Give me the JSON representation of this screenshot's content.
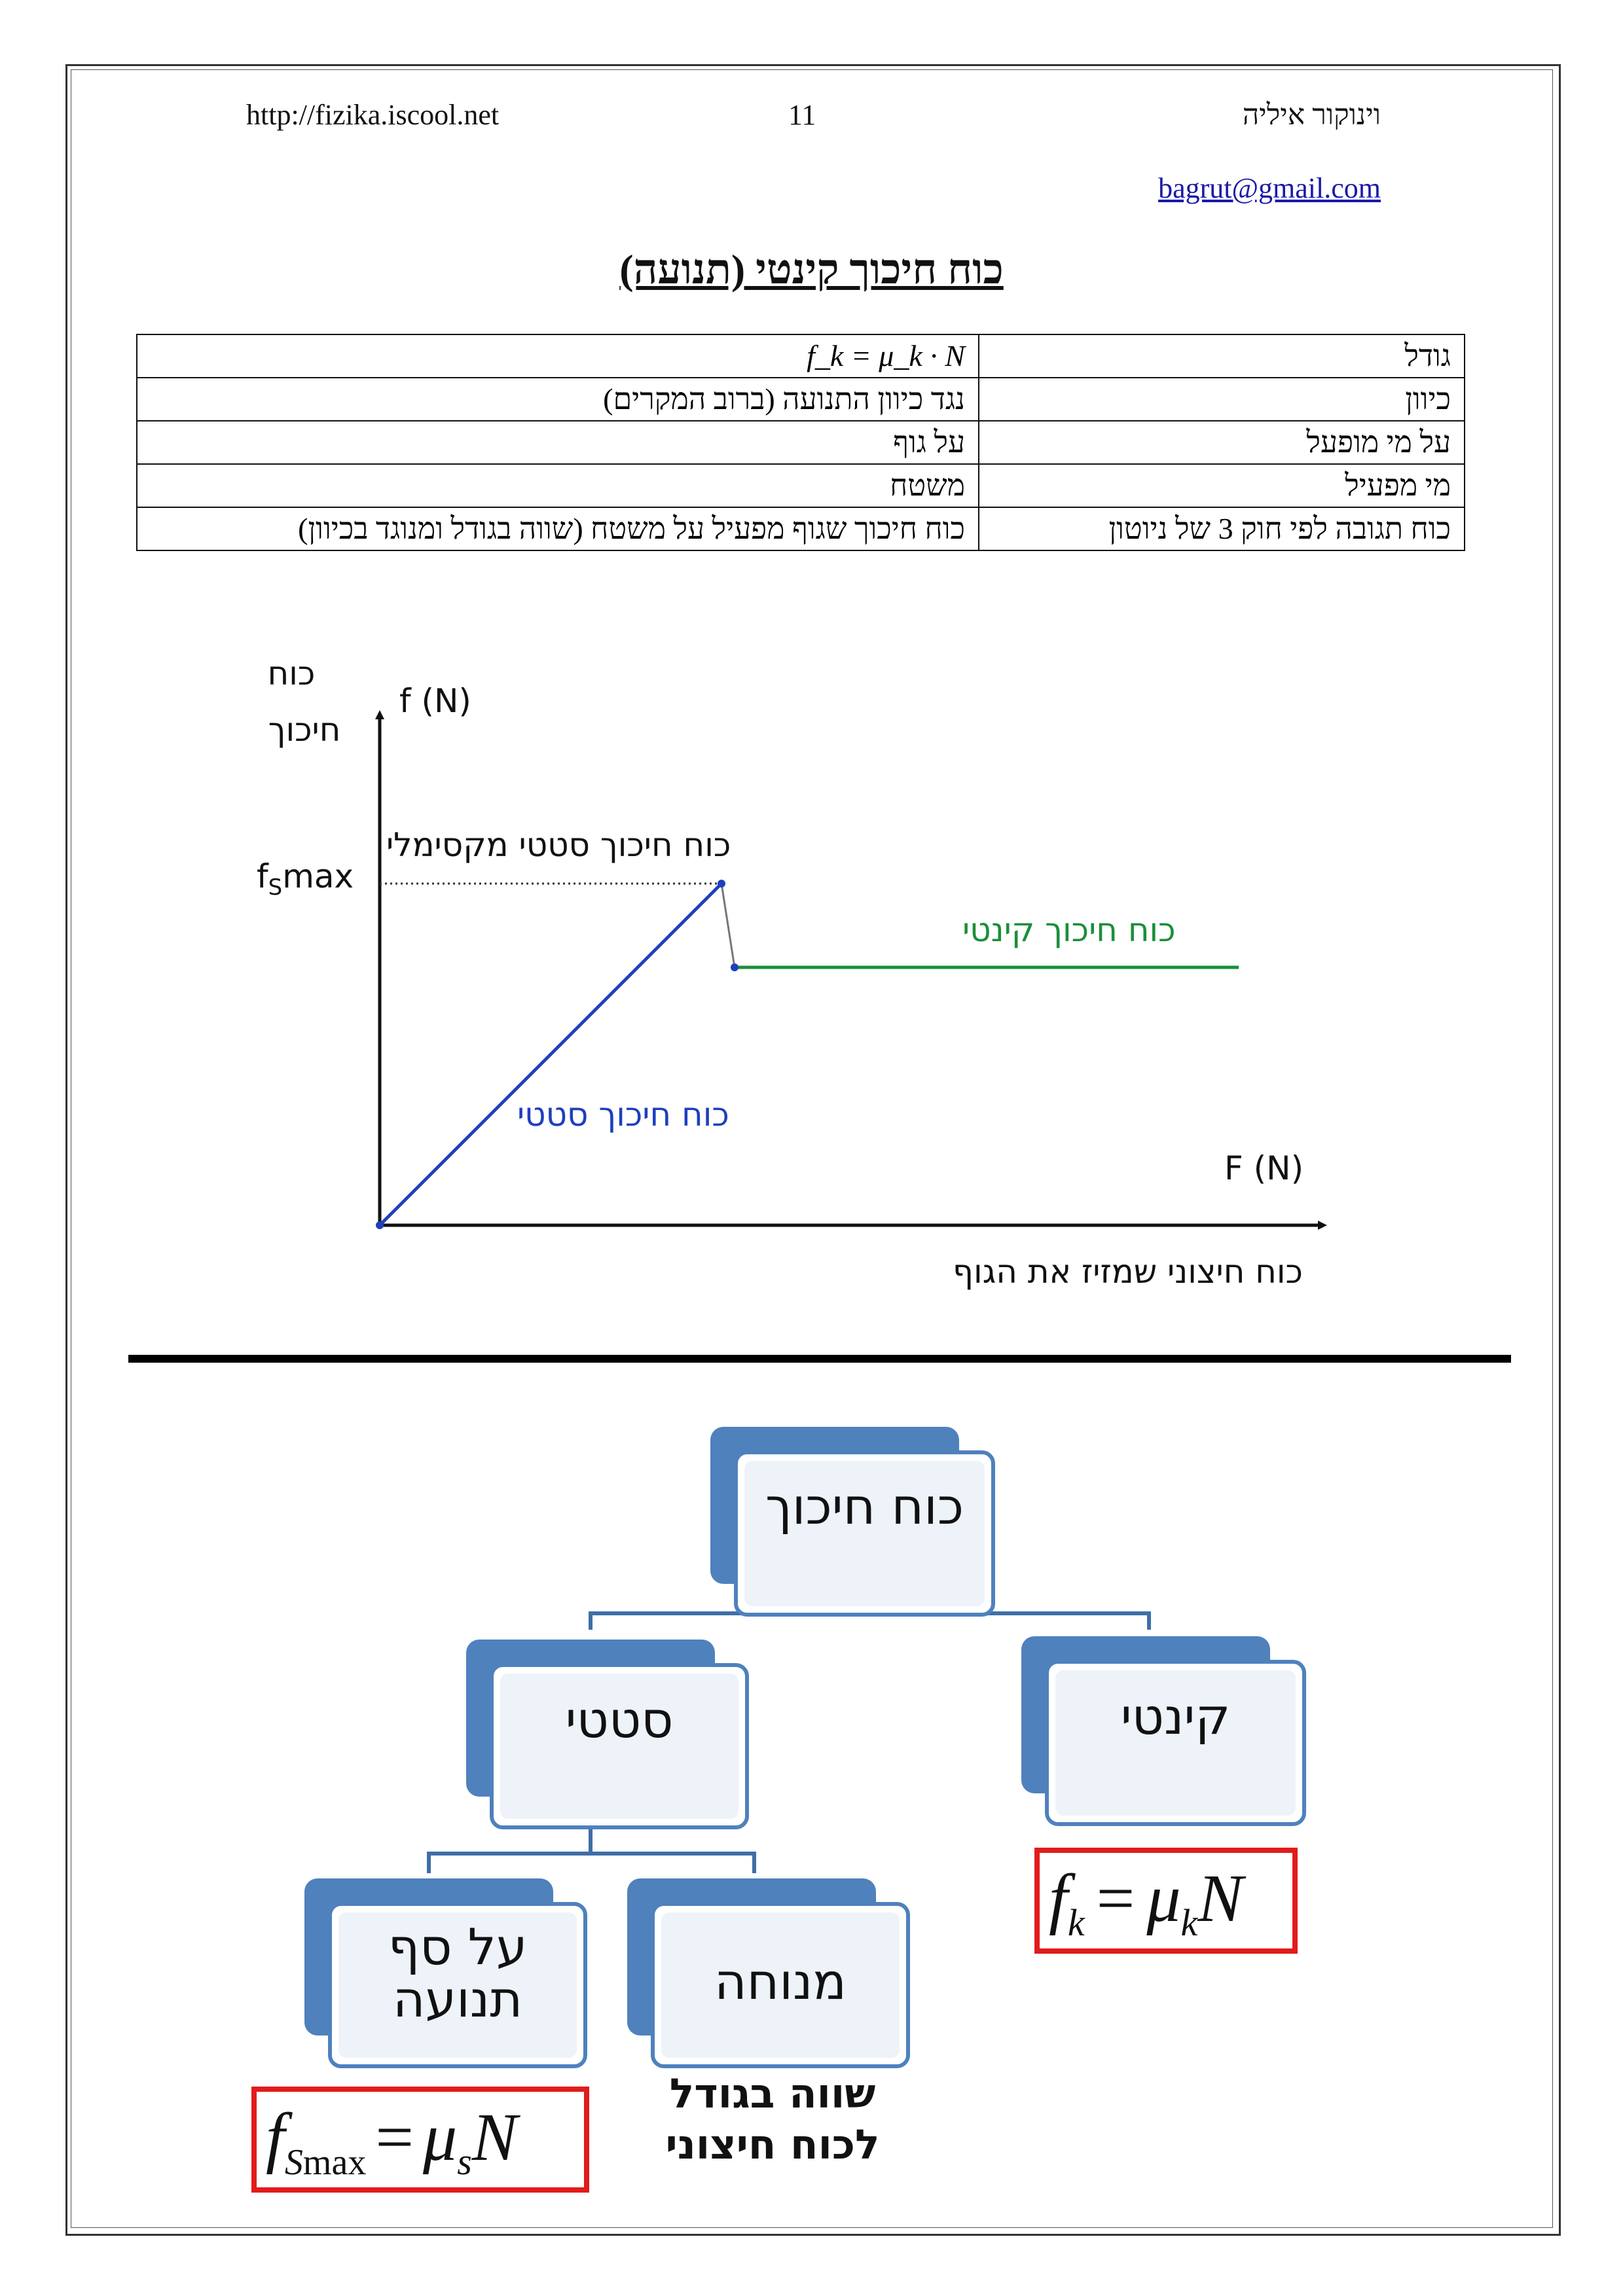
{
  "header": {
    "website": "http://fizika.iscool.net",
    "page_number": "11",
    "author": "וינוקור איליה",
    "email": "bagrut@gmail.com"
  },
  "title": "כוח חיכוך קינטי (תנועה)",
  "table": {
    "rows": [
      {
        "label": "גודל",
        "value": "f_k = μ_k · N"
      },
      {
        "label": "כיוון",
        "value": "נגד כיוון התנועה (ברוב המקרים)"
      },
      {
        "label": "על מי מופעל",
        "value": "על גוף"
      },
      {
        "label": "מי מפעיל",
        "value": "משטח"
      },
      {
        "label": "כוח תגובה לפי חוק 3 של ניוטון",
        "value": "כוח חיכוך שגוף מפעיל על משטח (שווה בגודל ומנוגד בכיוון)"
      }
    ]
  },
  "graph": {
    "y_axis_heb_line1": "כוח",
    "y_axis_heb_line2": "חיכוך",
    "y_axis_label": "f (N)",
    "x_axis_label": "F (N)",
    "x_axis_heb": "כוח חיצוני שמזיז את הגוף",
    "fsmax_label_f": "f",
    "fsmax_label_sub": "S",
    "fsmax_label_rest": "max",
    "max_static_label": "כוח חיכוך סטטי מקסימלי",
    "kinetic_label": "כוח חיכוך קינטי",
    "static_label": "כוח חיכוך סטטי",
    "colors": {
      "static": "#1f3fbf",
      "kinetic": "#1a8f3a",
      "axis": "#111111"
    }
  },
  "tree": {
    "root": "כוח חיכוך",
    "static": "סטטי",
    "kinetic": "קינטי",
    "rest": "מנוחה",
    "verge_line1": "על סף",
    "verge_line2": "תנועה",
    "kinetic_formula": {
      "lhs": "f",
      "lhs_sub": "k",
      "eq": "=",
      "mu": "μ",
      "mu_sub": "k",
      "rhs": "N"
    },
    "static_max_formula": {
      "lhs": "f",
      "lhs_sub": "S",
      "lhs_sub2": "max",
      "eq": "=",
      "mu": "μ",
      "mu_sub": "s",
      "rhs": "N"
    },
    "rest_note_line1": "שווה בגודל",
    "rest_note_line2": "לכוח חיצוני",
    "colors": {
      "box": "#4f81bd",
      "formula_border": "#e21b1b"
    }
  }
}
